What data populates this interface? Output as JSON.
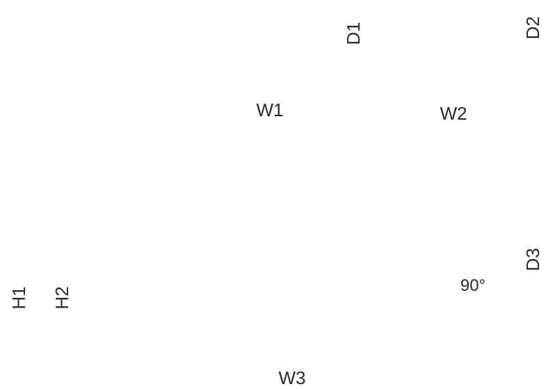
{
  "labels": {
    "d1": "D1",
    "d2": "D2",
    "d3": "D3",
    "w1": "W1",
    "w2": "W2",
    "w3": "W3",
    "h1": "H1",
    "h2": "H2",
    "angle": "90°"
  }
}
